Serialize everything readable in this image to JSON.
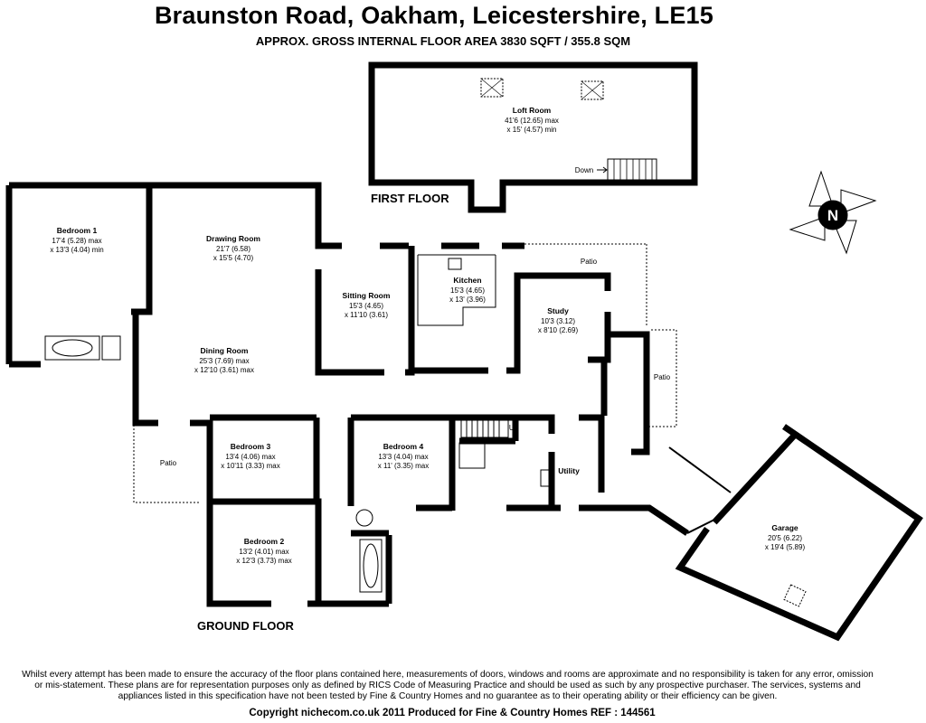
{
  "header": {
    "title": "Braunston Road, Oakham, Leicestershire, LE15",
    "subtitle": "APPROX. GROSS INTERNAL FLOOR AREA 3830 SQFT / 355.8 SQM"
  },
  "floors": {
    "first": "FIRST FLOOR",
    "ground": "GROUND FLOOR"
  },
  "rooms": {
    "loft": {
      "name": "Loft Room",
      "dim1": "41'6 (12.65) max",
      "dim2": "x 15' (4.57) min"
    },
    "bedroom1": {
      "name": "Bedroom 1",
      "dim1": "17'4 (5.28) max",
      "dim2": "x 13'3 (4.04) min"
    },
    "drawing": {
      "name": "Drawing Room",
      "dim1": "21'7 (6.58)",
      "dim2": "x 15'5 (4.70)"
    },
    "sitting": {
      "name": "Sitting Room",
      "dim1": "15'3 (4.65)",
      "dim2": "x 11'10 (3.61)"
    },
    "kitchen": {
      "name": "Kitchen",
      "dim1": "15'3 (4.65)",
      "dim2": "x 13' (3.96)"
    },
    "study": {
      "name": "Study",
      "dim1": "10'3 (3.12)",
      "dim2": "x 8'10 (2.69)"
    },
    "dining": {
      "name": "Dining Room",
      "dim1": "25'3 (7.69) max",
      "dim2": "x 12'10 (3.61) max"
    },
    "bedroom3": {
      "name": "Bedroom 3",
      "dim1": "13'4 (4.06) max",
      "dim2": "x 10'11 (3.33) max"
    },
    "bedroom4": {
      "name": "Bedroom 4",
      "dim1": "13'3 (4.04) max",
      "dim2": "x 11' (3.35) max"
    },
    "bedroom2": {
      "name": "Bedroom 2",
      "dim1": "13'2 (4.01) max",
      "dim2": "x 12'3 (3.73) max"
    },
    "garage": {
      "name": "Garage",
      "dim1": "20'5 (6.22)",
      "dim2": "x 19'4 (5.89)"
    },
    "utility": {
      "name": "Utility"
    }
  },
  "labels": {
    "patio": "Patio",
    "down": "Down",
    "up": "Up",
    "north": "N"
  },
  "footer": {
    "disclaimer": "Whilst every attempt has been made to ensure the accuracy of the floor plans contained here, measurements of doors, windows and rooms are approximate and no responsibility is taken for any error, omission or mis-statement. These plans are for representation purposes only as defined by RICS Code of Measuring Practice and should be used as such by any prospective purchaser. The services, systems and appliances listed in this specification have not been tested by Fine & Country Homes and no guarantee as to their operating ability or their efficiency can be given.",
    "copyright": "Copyright nichecom.co.uk 2011    Produced for Fine & Country Homes    REF : 144561"
  }
}
